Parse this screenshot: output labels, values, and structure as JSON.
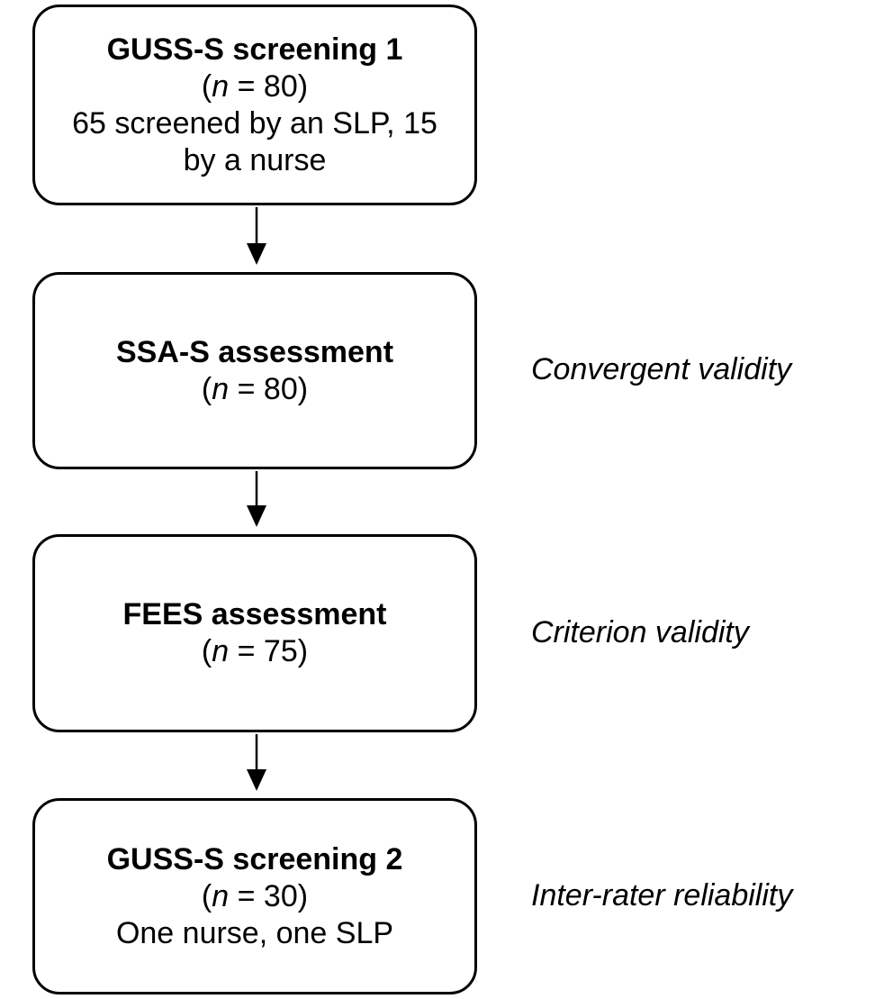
{
  "flow": {
    "steps": [
      {
        "title": "GUSS-S screening 1",
        "n_prefix": "(",
        "n_var": "n",
        "n_suffix": " = 80)",
        "detail": "65 screened by an SLP, 15 by a nurse",
        "side_label": ""
      },
      {
        "title": "SSA-S assessment",
        "n_prefix": "(",
        "n_var": "n",
        "n_suffix": " = 80)",
        "detail": "",
        "side_label": "Convergent validity"
      },
      {
        "title": "FEES assessment",
        "n_prefix": "(",
        "n_var": "n",
        "n_suffix": " = 75)",
        "detail": "",
        "side_label": "Criterion validity"
      },
      {
        "title": "GUSS-S screening 2",
        "n_prefix": "(",
        "n_var": "n",
        "n_suffix": " = 30)",
        "detail": "One nurse, one SLP",
        "side_label": "Inter-rater reliability"
      }
    ]
  }
}
